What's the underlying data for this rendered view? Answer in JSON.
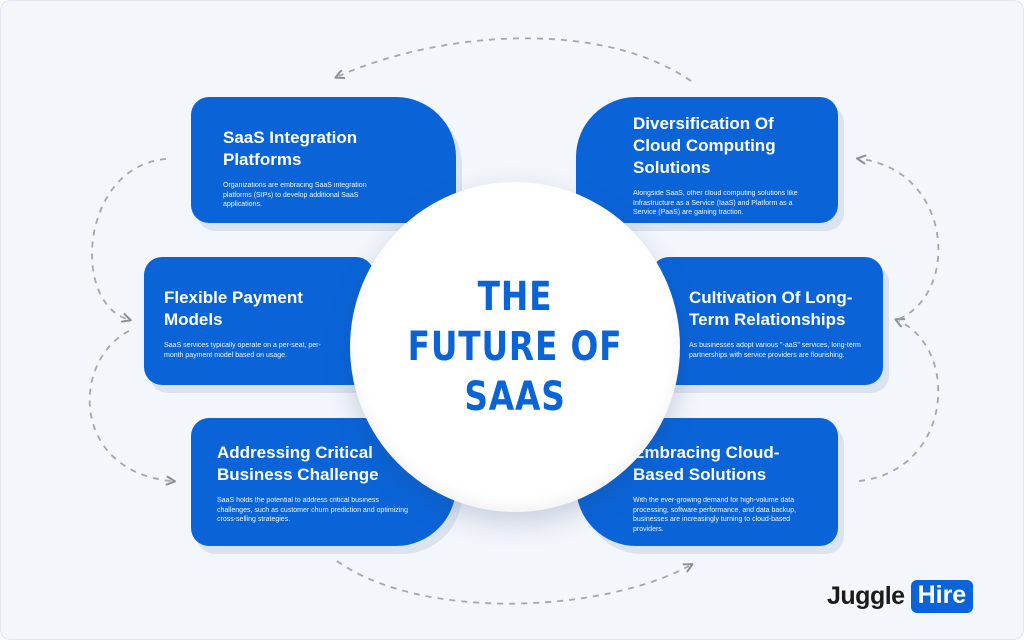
{
  "center": {
    "title": "THE\nFUTURE OF\nSAAS"
  },
  "cards": [
    {
      "title": "SaaS Integration Platforms",
      "desc": "Organizations are embracing SaaS integration platforms (SIPs) to develop additional SaaS applications."
    },
    {
      "title": "Diversification Of Cloud Computing Solutions",
      "desc": "Alongside SaaS, other cloud computing solutions like Infrastructure as a Service (IaaS) and Platform as a Service (PaaS) are gaining traction."
    },
    {
      "title": "Flexible Payment Models",
      "desc": "SaaS services typically operate on a per-seat, per-month payment model based on usage."
    },
    {
      "title": "Cultivation Of Long-Term Relationships",
      "desc": "As businesses adopt various \"-aaS\" services, long-term partnerships with service providers are flourishing."
    },
    {
      "title": "Addressing Critical Business Challenge",
      "desc": "SaaS holds the potential to address critical business challenges, such as customer churn prediction and optimizing cross-selling strategies."
    },
    {
      "title": "Embracing Cloud-Based Solutions",
      "desc": "With the ever-growing demand for high-volume data processing, software performance, and data backup, businesses are increasingly turning to cloud-based providers."
    }
  ],
  "logo": {
    "part1": "Juggle",
    "part2": "Hire"
  },
  "colors": {
    "primary": "#0a64d8",
    "background": "#f3f6fb",
    "arrow": "#8a8f98"
  }
}
